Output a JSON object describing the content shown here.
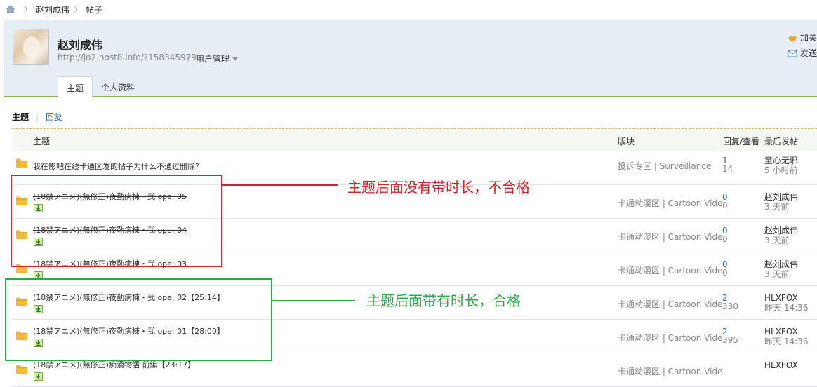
{
  "breadcrumb": {
    "items": [
      "赵刘成伟",
      "帖子"
    ]
  },
  "profile": {
    "name": "赵刘成伟",
    "url": "http://jo2.host8.info/?158345979",
    "manage_label": "用户管理",
    "actions": [
      "加关注",
      "发送消息"
    ],
    "tabs": [
      {
        "label": "主题",
        "active": true
      },
      {
        "label": "个人资料",
        "active": false
      }
    ]
  },
  "subtabs": {
    "active": "主题",
    "other": "回复"
  },
  "table": {
    "headers": {
      "topic": "主题",
      "forum": "版块",
      "stats": "回复/查看",
      "last": "最后发帖"
    },
    "rows": [
      {
        "title": "我在影吧在线卡通区发的帖子为什么不通过删除?",
        "strike": false,
        "attach": false,
        "forum": "投诉专区 | Surveillance",
        "replies": "1",
        "views": "14",
        "last_user": "童心无邪",
        "last_time": "5 小时前"
      },
      {
        "title": "(18禁アニメ)(無修正)夜勤病棟・弐 ope: 05",
        "strike": true,
        "attach": true,
        "forum": "卡通动漫区 | Cartoon Video",
        "replies": "0",
        "views": "0",
        "last_user": "赵刘成伟",
        "last_time": "3 天前"
      },
      {
        "title": "(18禁アニメ)(無修正)夜勤病棟・弐 ope: 04",
        "strike": true,
        "attach": true,
        "forum": "卡通动漫区 | Cartoon Video",
        "replies": "0",
        "views": "0",
        "last_user": "赵刘成伟",
        "last_time": "3 天前"
      },
      {
        "title": "(18禁アニメ)(無修正)夜勤病棟・弐 ope: 03",
        "strike": true,
        "attach": true,
        "forum": "卡通动漫区 | Cartoon Video",
        "replies": "0",
        "views": "0",
        "last_user": "赵刘成伟",
        "last_time": "3 天前"
      },
      {
        "title": "(18禁アニメ)(無修正)夜勤病棟・弐 ope: 02【25:14】",
        "strike": false,
        "attach": true,
        "forum": "卡通动漫区 | Cartoon Video",
        "replies": "2",
        "views": "330",
        "last_user": "HLXFOX",
        "last_time": "昨天 14:36"
      },
      {
        "title": "(18禁アニメ)(無修正)夜勤病棟・弐 ope: 01【28:00】",
        "strike": false,
        "attach": true,
        "forum": "卡通动漫区 | Cartoon Video",
        "replies": "2",
        "views": "395",
        "last_user": "HLXFOX",
        "last_time": "昨天 14:36"
      },
      {
        "title": "(18禁アニメ)(無修正)痴漢物語 前編【23:17】",
        "strike": false,
        "attach": true,
        "forum": "卡通动漫区 | Cartoon Video",
        "replies": "",
        "views": "",
        "last_user": "HLXFOX",
        "last_time": ""
      }
    ]
  },
  "annotations": {
    "red_note": "主题后面没有带时长，不合格",
    "green_note": "主题后面带有时长，合格",
    "red_color": "#c8282e",
    "green_color": "#2da849"
  },
  "icons": {
    "home": "home-icon",
    "folder": "folder-icon",
    "attachment": "attachment-icon",
    "follow": "follow-icon",
    "message": "mail-icon"
  }
}
